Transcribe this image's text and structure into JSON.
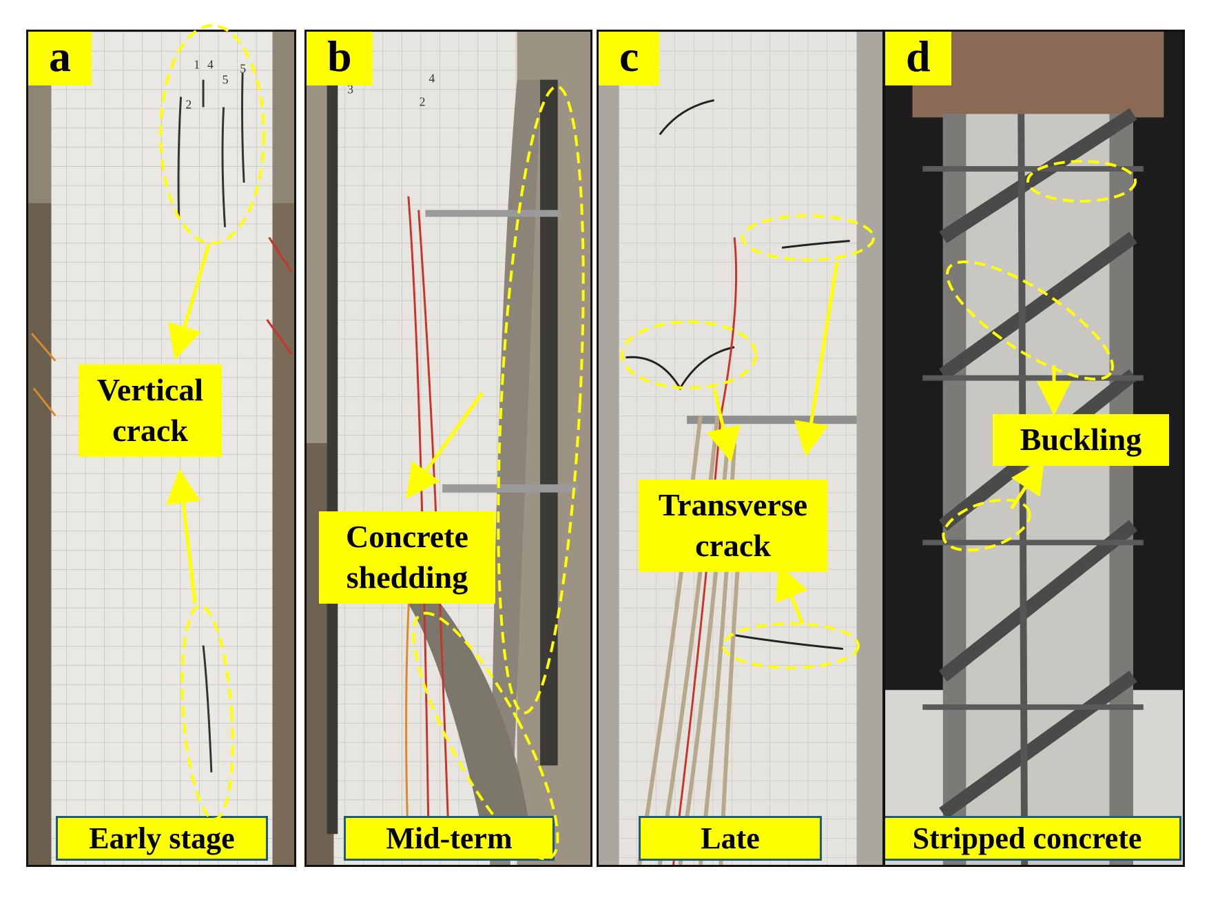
{
  "panels": [
    {
      "letter": "a",
      "caption": "Early stage",
      "label": [
        "Vertical",
        "crack"
      ]
    },
    {
      "letter": "b",
      "caption": "Mid-term",
      "label": [
        "Concrete",
        "shedding"
      ]
    },
    {
      "letter": "c",
      "caption": "Late",
      "label": [
        "Transverse",
        "crack"
      ]
    },
    {
      "letter": "d",
      "caption": "Stripped concrete",
      "label": [
        "Buckling"
      ]
    }
  ],
  "crack_marks": {
    "a": [
      "1",
      "4",
      "5",
      "5",
      "2"
    ],
    "b": [
      "3",
      "4",
      "2"
    ]
  },
  "colors": {
    "highlight": "#ffff00",
    "frame": "#111111",
    "caption_border": "#1f5a7a"
  }
}
